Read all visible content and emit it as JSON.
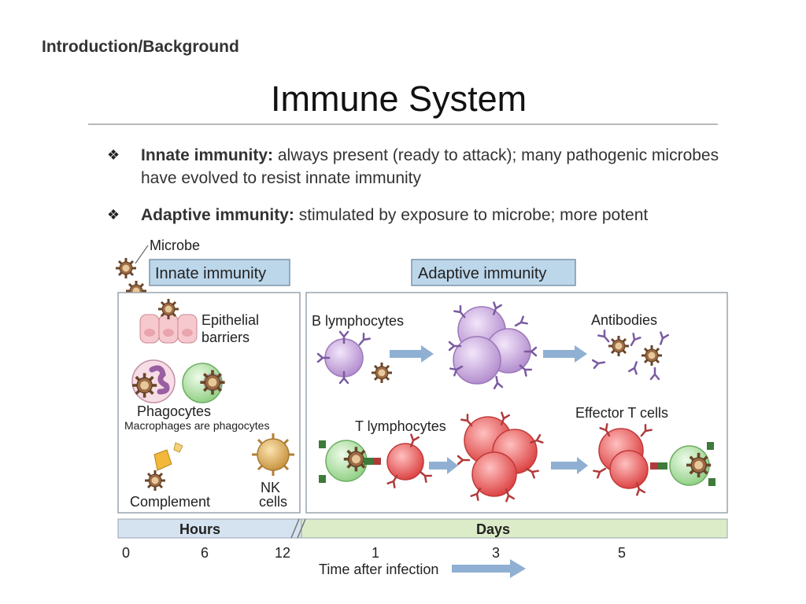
{
  "header": {
    "section_label": "Introduction/Background",
    "title": "Immune System"
  },
  "bullets": [
    {
      "marker": "❖",
      "term": "Innate immunity:",
      "text": " always present (ready to attack); many pathogenic microbes have evolved to resist innate immunity"
    },
    {
      "marker": "❖",
      "term": "Adaptive immunity:",
      "text": " stimulated by exposure to microbe; more potent"
    }
  ],
  "figure": {
    "microbe_label": "Microbe",
    "innate_header": "Innate immunity",
    "adaptive_header": "Adaptive immunity",
    "epithelial": [
      "Epithelial",
      "barriers"
    ],
    "phagocytes": "Phagocytes",
    "macrophage_note": "Macrophages are phagocytes",
    "complement": "Complement",
    "nk": [
      "NK",
      "cells"
    ],
    "b_lymphocytes": "B lymphocytes",
    "antibodies": "Antibodies",
    "t_lymphocytes": "T lymphocytes",
    "effector_t": "Effector T cells",
    "hours": "Hours",
    "days": "Days",
    "ticks": [
      "0",
      "6",
      "12",
      "1",
      "3",
      "5"
    ],
    "time_label": "Time after infection"
  },
  "colors": {
    "header_box": "#bcd6ea",
    "panel_border": "#9aa3ad",
    "hours_bar": "#d5e2ef",
    "days_bar": "#dcecc9",
    "arrow": "#8fb0d2",
    "b_cell": "#c9a9dc",
    "t_cell": "#e85c5c",
    "macrophage": "#b9e3b1",
    "microbe": "#9b6a43",
    "nk_cell": "#d9ab5a"
  }
}
